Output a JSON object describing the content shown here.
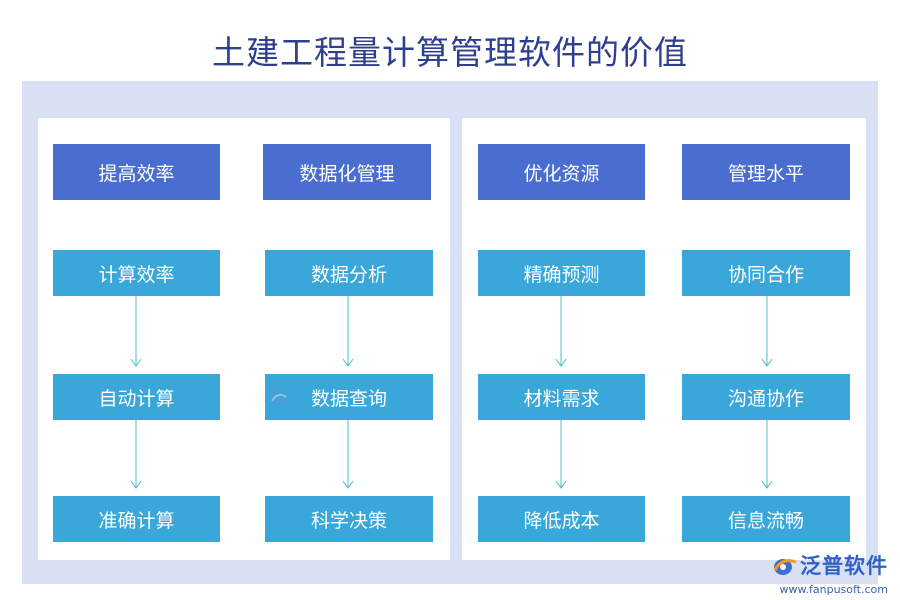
{
  "title": "土建工程量计算管理软件的价值",
  "columns": [
    {
      "header": "提高效率",
      "items": [
        "计算效率",
        "自动计算",
        "准确计算"
      ]
    },
    {
      "header": "数据化管理",
      "items": [
        "数据分析",
        "数据查询",
        "科学决策"
      ]
    },
    {
      "header": "优化资源",
      "items": [
        "精确预测",
        "材料需求",
        "降低成本"
      ]
    },
    {
      "header": "管理水平",
      "items": [
        "协同合作",
        "沟通协作",
        "信息流畅"
      ]
    }
  ],
  "colors": {
    "header_box": "#4a6ecf",
    "item_box": "#39a7d9",
    "arrow": "#4cc0c8",
    "background_frame": "#dae1f5",
    "title": "#2f3f8f"
  },
  "logo": {
    "name": "泛普软件",
    "url": "www.fanpusoft.com",
    "icon": "fanpu-logo-icon"
  }
}
